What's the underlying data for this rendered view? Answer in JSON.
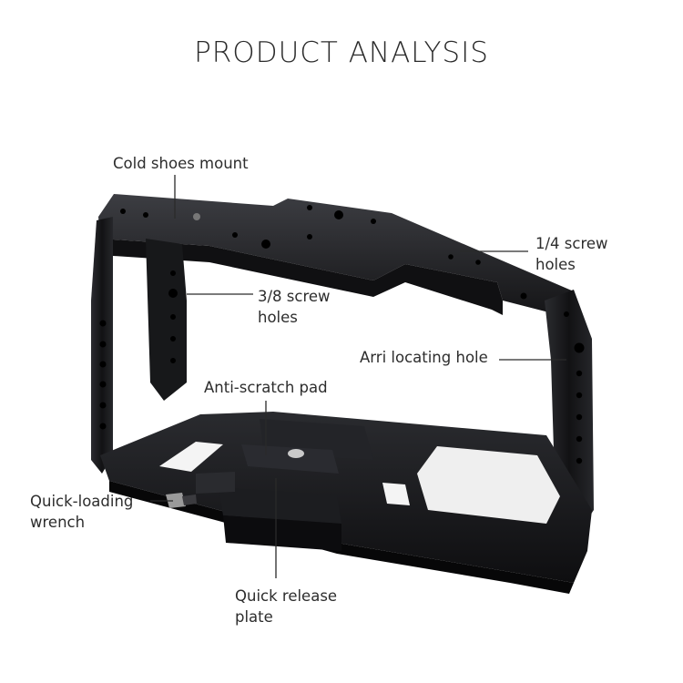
{
  "title": "PRODUCT ANALYSIS",
  "callouts": {
    "cold_shoe": "Cold shoes mount",
    "screw_14_line1": "1/4 screw",
    "screw_14_line2": "holes",
    "screw_38_line1": "3/8 screw",
    "screw_38_line2": "holes",
    "arri": "Arri locating hole",
    "anti_scratch": "Anti-scratch pad",
    "wrench_line1": "Quick-loading",
    "wrench_line2": "wrench",
    "release_line1": "Quick release",
    "release_line2": "plate"
  },
  "colors": {
    "background": "#ffffff",
    "cage_body": "#1b1b1d",
    "cage_highlight": "#3a3b3f",
    "leader_line": "#2a2a2a",
    "text": "#2d2d2d"
  }
}
